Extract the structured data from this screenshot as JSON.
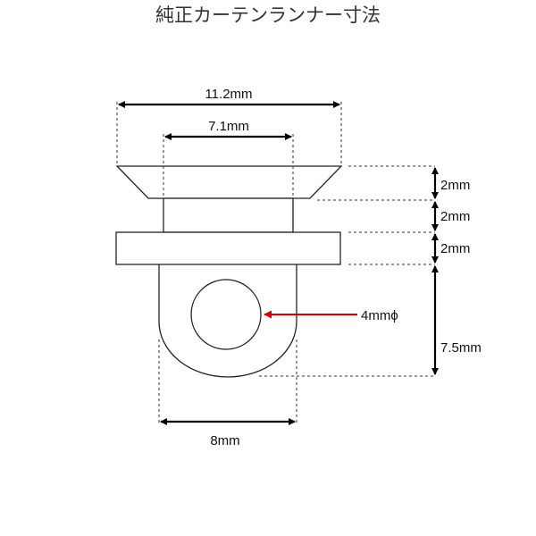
{
  "title": "純正カーテンランナー寸法",
  "dimensions": {
    "top_width": "11.2mm",
    "neck_width": "7.1mm",
    "cap_height": "2mm",
    "neck_height": "2mm",
    "flange_height": "2mm",
    "eye_height": "7.5mm",
    "hole_diameter": "4mmϕ",
    "bottom_width": "8mm"
  },
  "colors": {
    "outline": "#222222",
    "dimension_line": "#000000",
    "hole_pointer": "#d40000"
  }
}
